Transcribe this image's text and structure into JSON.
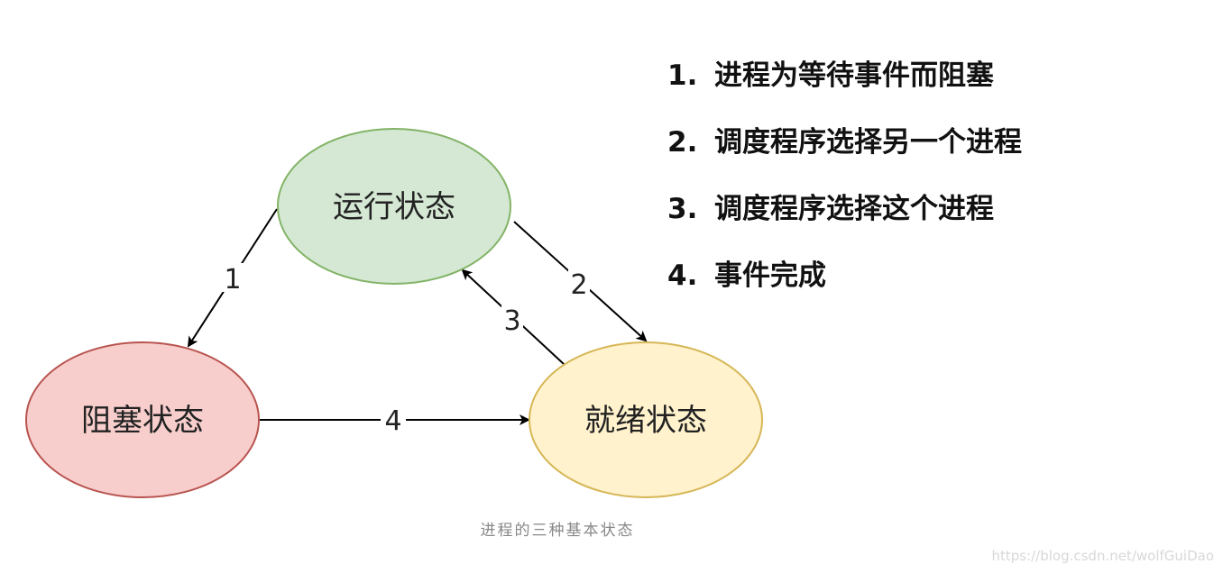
{
  "nodes": {
    "running": {
      "label": "运行状态",
      "fill": "#d5e8d4",
      "stroke": "#82b366"
    },
    "blocked": {
      "label": "阻塞状态",
      "fill": "#f8cecc",
      "stroke": "#b85450"
    },
    "ready": {
      "label": "就绪状态",
      "fill": "#fff2cc",
      "stroke": "#d6b656"
    }
  },
  "edges": [
    {
      "from": "running",
      "to": "blocked",
      "label": "1"
    },
    {
      "from": "running",
      "to": "ready",
      "label": "2"
    },
    {
      "from": "ready",
      "to": "running",
      "label": "3"
    },
    {
      "from": "blocked",
      "to": "ready",
      "label": "4"
    }
  ],
  "legend": [
    {
      "num": "1.",
      "text": "进程为等待事件而阻塞"
    },
    {
      "num": "2.",
      "text": "调度程序选择另一个进程"
    },
    {
      "num": "3.",
      "text": "调度程序选择这个进程"
    },
    {
      "num": "4.",
      "text": "事件完成"
    }
  ],
  "caption": "进程的三种基本状态",
  "watermark": "https://blog.csdn.net/wolfGuiDao"
}
